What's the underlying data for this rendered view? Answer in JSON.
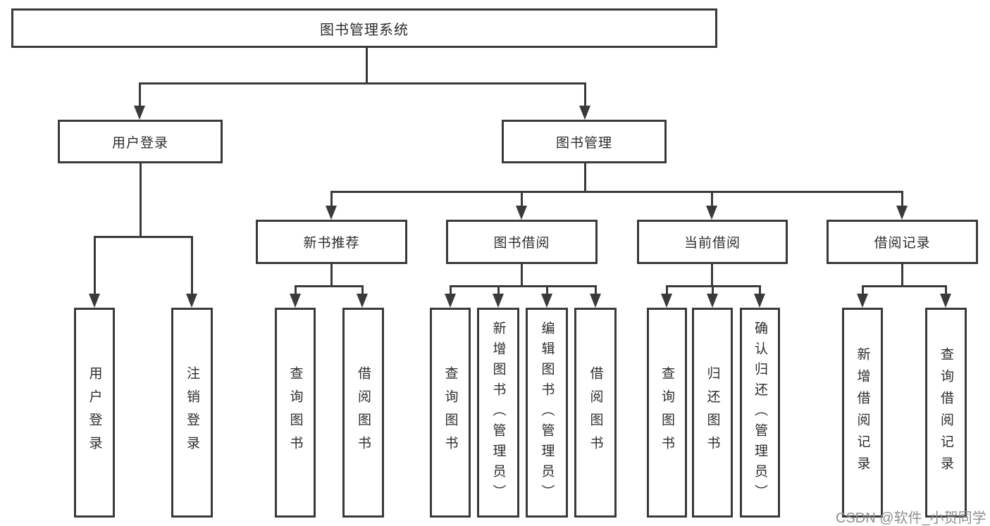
{
  "diagram": {
    "title": "图书管理系统",
    "root": {
      "label": "图书管理系统"
    },
    "branches": {
      "user_login": {
        "label": "用户登录",
        "children": {
          "login": {
            "label": "用户登录"
          },
          "logout": {
            "label": "注销登录"
          }
        }
      },
      "book_management": {
        "label": "图书管理",
        "children": {
          "new_book": {
            "label": "新书推荐",
            "children": {
              "query": {
                "label": "查询图书"
              },
              "borrow": {
                "label": "借阅图书"
              }
            }
          },
          "book_borrow": {
            "label": "图书借阅",
            "children": {
              "query": {
                "label": "查询图书"
              },
              "add": {
                "label": "新增图书（管理员）"
              },
              "edit": {
                "label": "编辑图书（管理员）"
              },
              "borrow": {
                "label": "借阅图书"
              }
            }
          },
          "current_borrow": {
            "label": "当前借阅",
            "children": {
              "query": {
                "label": "查询图书"
              },
              "return": {
                "label": "归还图书"
              },
              "confirm": {
                "label": "确认归还（管理员）"
              }
            }
          },
          "borrow_records": {
            "label": "借阅记录",
            "children": {
              "add": {
                "label": "新增借阅记录"
              },
              "query": {
                "label": "查询借阅记录"
              }
            }
          }
        }
      }
    }
  },
  "watermark": {
    "text": "CSDN @软件_小贺同学"
  },
  "colors": {
    "line": "#3a3a3a",
    "text": "#2d2d2d",
    "watermark": "#8f8f8f",
    "background": "#ffffff"
  }
}
